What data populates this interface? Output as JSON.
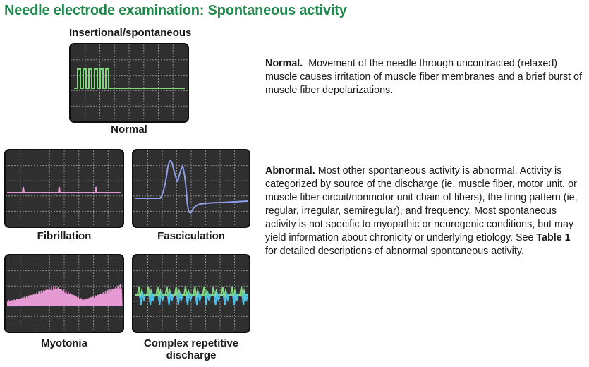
{
  "title": "Needle electrode examination: Spontaneous activity",
  "panels": {
    "normal": {
      "top_label": "Insertional/spontaneous",
      "label": "Normal",
      "trace_color": "#7dd87a"
    },
    "fibrillation": {
      "label": "Fibrillation",
      "trace_color": "#e39ad2"
    },
    "fasciculation": {
      "label": "Fasciculation",
      "trace_color": "#8f9ee6"
    },
    "myotonia": {
      "label": "Myotonia",
      "trace_color": "#e59ad3"
    },
    "crd": {
      "label_line1": "Complex repetitive",
      "label_line2": "discharge",
      "trace_colors": [
        "#86d883",
        "#4fc0e8"
      ]
    }
  },
  "text": {
    "normal_heading": "Normal.",
    "normal_body": "Movement of the needle through uncontracted (relaxed) muscle causes irritation of muscle fiber membranes and a brief burst of muscle fiber depolarizations.",
    "abnormal_heading": "Abnormal.",
    "abnormal_body": "Most other spontaneous activity is abnormal. Activity is categorized by source of the discharge (ie, muscle fiber, motor unit, or muscle fiber circuit/nonmotor unit chain of fibers), the firing pattern (ie, regular, irregular, semiregular), and frequency. Most spontaneous activity is not specific to myopathic or neurogenic conditions, but may yield information about chronicity or underlying etiology. See",
    "table_ref": "Table 1",
    "abnormal_tail": "for detailed descriptions of abnormal spontaneous activity."
  },
  "colors": {
    "title": "#1f8a4c",
    "screen": "#2f2f2f",
    "grid": "#8a8a8a"
  }
}
